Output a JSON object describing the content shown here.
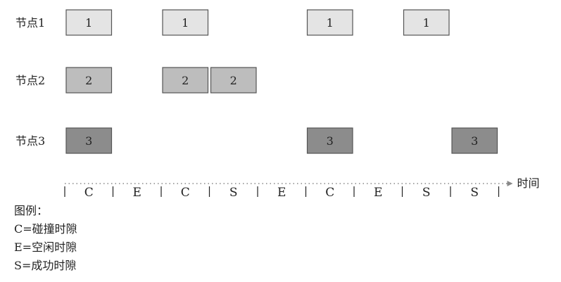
{
  "nodes": [
    {
      "label": "节点1",
      "packet": "1",
      "color": "#e4e4e4",
      "slots": [
        0,
        2,
        5,
        7
      ]
    },
    {
      "label": "节点2",
      "packet": "2",
      "color": "#bdbdbd",
      "slots": [
        0,
        2,
        3
      ]
    },
    {
      "label": "节点3",
      "packet": "3",
      "color": "#8c8c8c",
      "slots": [
        0,
        5,
        8
      ]
    }
  ],
  "timeline": {
    "axis_label": "时间",
    "slots": [
      "C",
      "E",
      "C",
      "S",
      "E",
      "C",
      "E",
      "S",
      "S"
    ]
  },
  "legend": {
    "title": "图例：",
    "items": [
      "C=碰撞时隙",
      "E=空闲时隙",
      "S=成功时隙"
    ]
  },
  "colors": {
    "border": "#555555",
    "text": "#222222",
    "axis": "#888888"
  }
}
